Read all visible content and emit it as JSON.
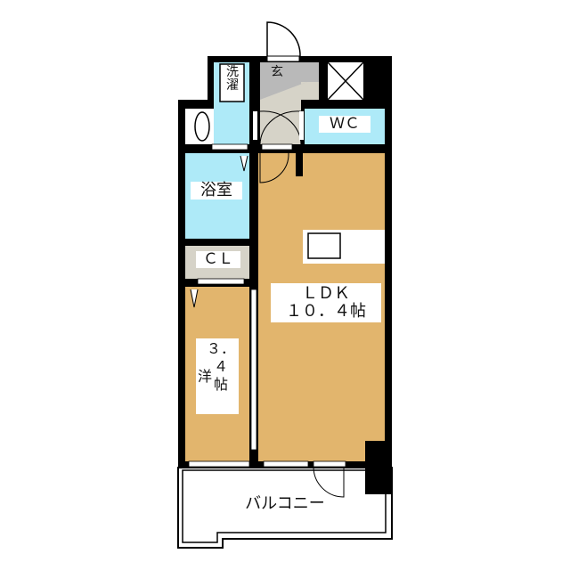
{
  "rooms": {
    "laundry": "洗\n濯",
    "entrance": "玄",
    "wc": "ＷＣ",
    "bath": "浴室",
    "closet": "ＣＬ",
    "ldk_name": "ＬＤＫ",
    "ldk_size": "１０．４帖",
    "western_a": "洋",
    "western_size": "３．\n４\n帖",
    "balcony": "バルコニー"
  },
  "colors": {
    "wall": "#000000",
    "wet_area": "#aeeaf8",
    "room_floor": "#e2b56d",
    "entrance": "#b9b9b9",
    "closet": "#d6d3c8"
  }
}
